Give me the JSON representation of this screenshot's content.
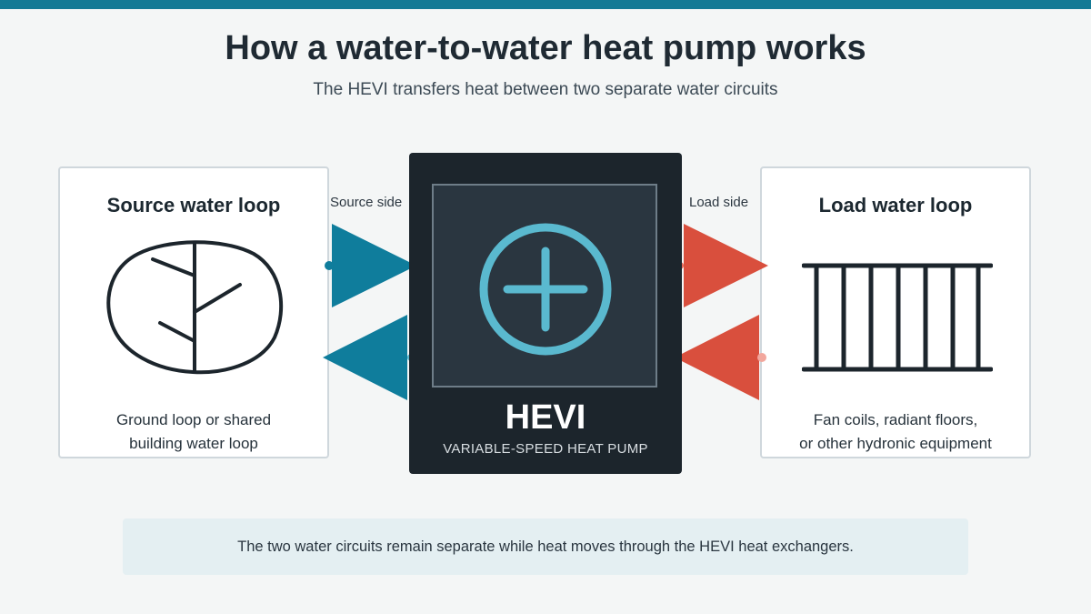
{
  "header": {
    "title": "How a water-to-water heat pump works",
    "subtitle": "The HEVI transfers heat between two separate water circuits"
  },
  "source_card": {
    "title": "Source water loop",
    "description_lines": [
      "Ground loop or shared",
      "building water loop"
    ],
    "icon": "ground-loop-icon"
  },
  "load_card": {
    "title": "Load water loop",
    "description_lines": [
      "Fan coils, radiant floors,",
      "or other hydronic equipment"
    ],
    "icon": "radiator-icon"
  },
  "labels": {
    "source_side": "Source side",
    "load_side": "Load side"
  },
  "hevi": {
    "name": "HEVI",
    "subtitle": "VARIABLE-SPEED HEAT PUMP",
    "icon": "heat-exchanger-plus-icon"
  },
  "note": "The two water circuits remain separate while heat moves through the HEVI heat exchangers.",
  "colors": {
    "top_bar": "#147a95",
    "source_arrows": "#0f7d9c",
    "load_arrows": "#d94f3d",
    "hevi_panel": "#1c252c",
    "hevi_icon": "#5ab9cf"
  }
}
